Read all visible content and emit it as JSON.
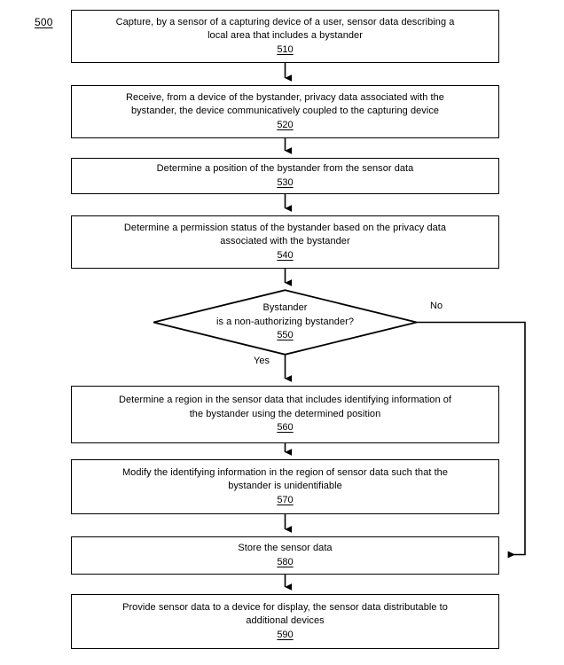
{
  "figure": {
    "number": "500",
    "type": "patent-flowchart"
  },
  "nodes": [
    {
      "id": "510",
      "shape": "process",
      "text": "Capture, by a sensor of a capturing device of a user, sensor data describing a\nlocal area that includes a bystander",
      "number": "510"
    },
    {
      "id": "520",
      "shape": "process",
      "text": "Receive, from a device of the bystander, privacy data associated with the\nbystander, the device communicatively coupled to the capturing device",
      "number": "520"
    },
    {
      "id": "530",
      "shape": "process",
      "text": "Determine a position of the bystander from the sensor data",
      "number": "530"
    },
    {
      "id": "540",
      "shape": "process",
      "text": "Determine a permission status of the bystander based on the privacy data\nassociated with the bystander",
      "number": "540"
    },
    {
      "id": "550",
      "shape": "decision",
      "text": "Bystander\nis a non-authorizing bystander?",
      "number": "550"
    },
    {
      "id": "560",
      "shape": "process",
      "text": "Determine a region in the sensor data that includes identifying information of\nthe bystander using the determined position",
      "number": "560"
    },
    {
      "id": "570",
      "shape": "process",
      "text": "Modify the identifying information in the region of sensor data such that the\nbystander is unidentifiable",
      "number": "570"
    },
    {
      "id": "580",
      "shape": "process",
      "text": "Store the sensor data",
      "number": "580"
    },
    {
      "id": "590",
      "shape": "process",
      "text": "Provide sensor data to a device for display, the sensor data distributable to\nadditional devices",
      "number": "590"
    }
  ],
  "branches": {
    "yes_label": "Yes",
    "no_label": "No"
  },
  "colors": {
    "stroke": "#000000",
    "background": "#ffffff",
    "text": "#000000"
  }
}
